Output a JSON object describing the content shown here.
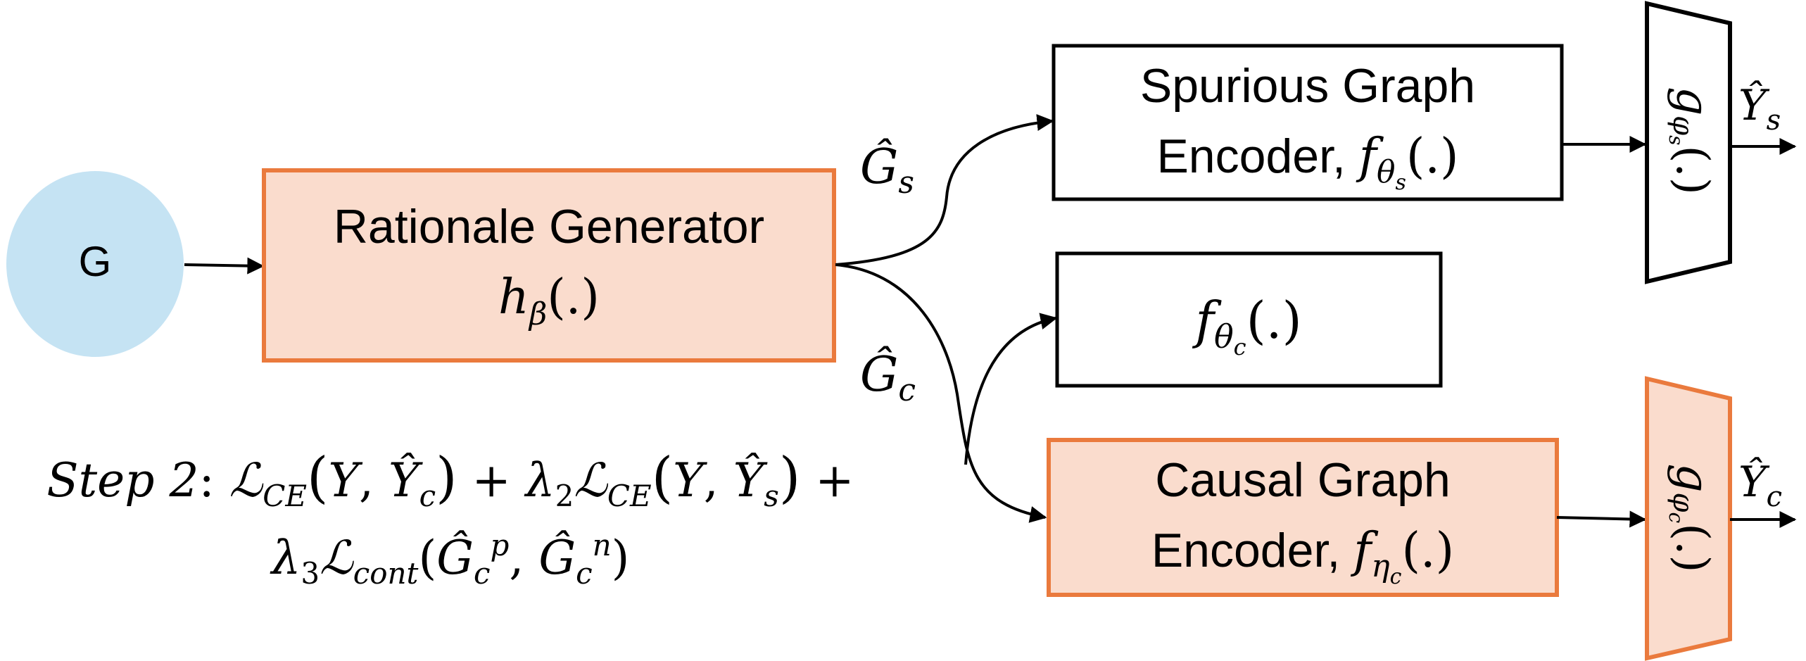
{
  "colors": {
    "circle_fill": "#c5e3f3",
    "highlight_fill": "#fadccd",
    "highlight_stroke": "#ea7a3d",
    "plain_fill": "#ffffff",
    "plain_stroke": "#000000",
    "line": "#000000"
  },
  "input_node": {
    "label": "G"
  },
  "rationale_generator": {
    "title": "Rationale Generator",
    "func": "h",
    "func_sub": "β",
    "func_args": "(.)"
  },
  "edges": {
    "spurious": {
      "base": "Ĝ",
      "sub": "s"
    },
    "causal": {
      "base": "Ĝ",
      "sub": "c"
    }
  },
  "spurious_encoder": {
    "line1": "Spurious Graph",
    "line2_prefix": "Encoder, ",
    "func": "f",
    "func_sub": "θ",
    "func_subsub": "s",
    "func_args": "(.)"
  },
  "theta_c_box": {
    "func": "f",
    "func_sub": "θ",
    "func_subsub": "c",
    "func_args": "(.)"
  },
  "causal_encoder": {
    "line1": "Causal Graph",
    "line2_prefix": "Encoder, ",
    "func": "f",
    "func_sub": "η",
    "func_subsub": "c",
    "func_args": "(.)"
  },
  "spurious_classifier": {
    "func": "g",
    "func_sub": "φ",
    "func_subsub": "s",
    "func_args": "(.)",
    "output_base": "Ŷ",
    "output_sub": "s"
  },
  "causal_classifier": {
    "func": "g",
    "func_sub": "φ",
    "func_subsub": "c",
    "func_args": "(.)",
    "output_base": "Ŷ",
    "output_sub": "c"
  },
  "objective": {
    "step": "Step 2",
    "loss": "ℒ",
    "ce": "CE",
    "cont": "cont",
    "Y": "Y",
    "Yhat": "Ŷ",
    "sub_c": "c",
    "sub_s": "s",
    "lambda": "λ",
    "lambda2_sub": "2",
    "lambda3_sub": "3",
    "Ghat": "Ĝ",
    "sup_p": "p",
    "sup_n": "n"
  }
}
